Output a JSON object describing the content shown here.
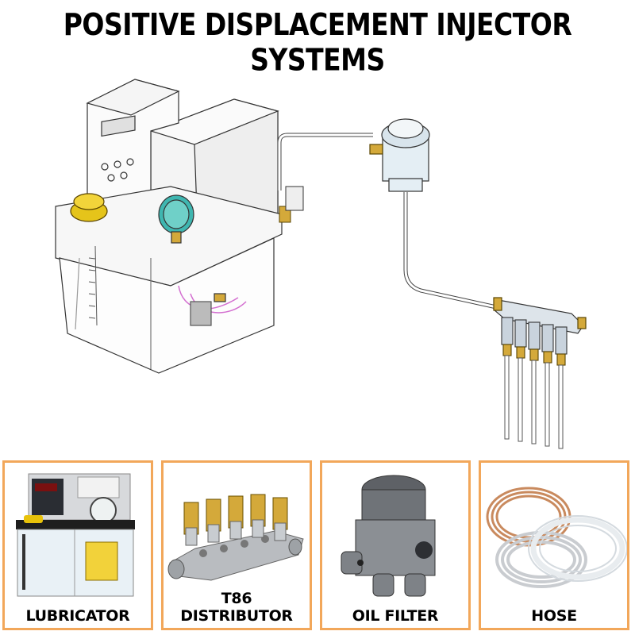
{
  "title": "POSITIVE DISPLACEMENT INJECTOR SYSTEMS",
  "products": [
    {
      "label": "LUBRICATOR",
      "icon": "lubricator-photo"
    },
    {
      "label": "T86 DISTRIBUTOR",
      "icon": "distributor-photo"
    },
    {
      "label": "OIL FILTER",
      "icon": "oil-filter-photo"
    },
    {
      "label": "HOSE",
      "icon": "hose-coil-photo"
    }
  ],
  "colors": {
    "panel_border": "#f2a75a",
    "brass": "#d4a93a",
    "gauge_face": "#3fb6b0",
    "copper": "#c98a5e"
  }
}
